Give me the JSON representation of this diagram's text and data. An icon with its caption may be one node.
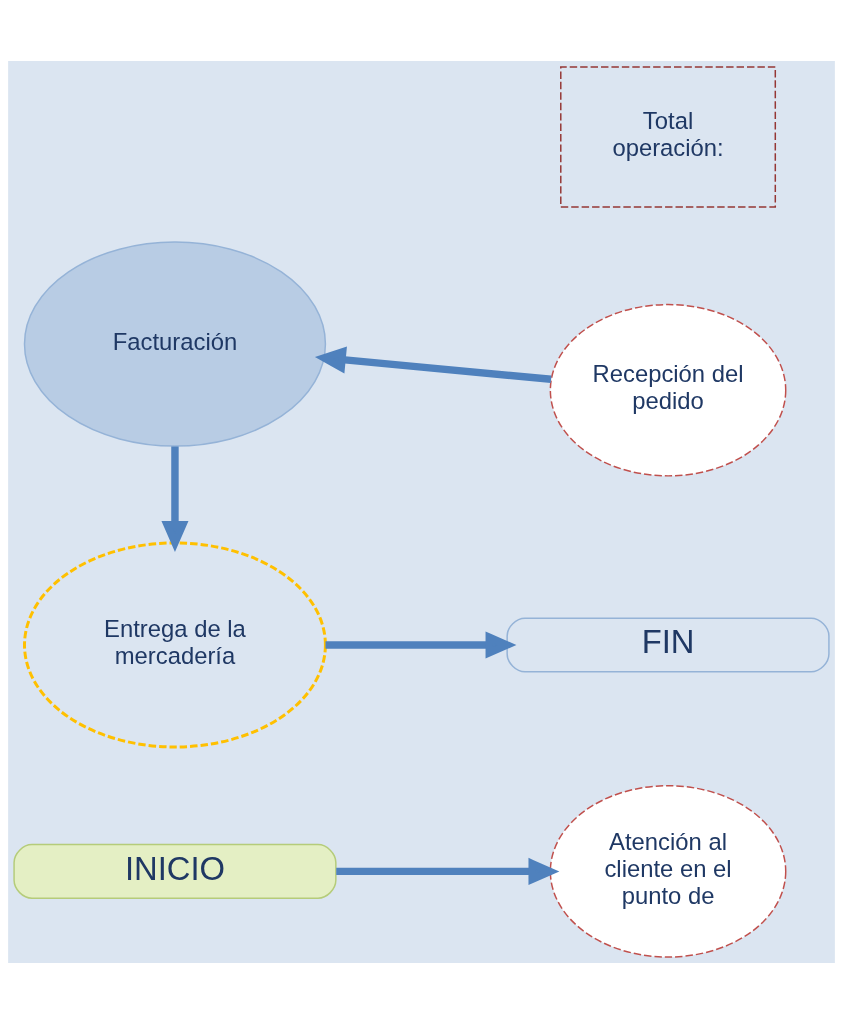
{
  "diagram": {
    "nodes": [
      {
        "text": [
          "INICIO"
        ]
      },
      {
        "text": [
          "Atención al cliente en el punto de"
        ]
      },
      {
        "text": [
          "Recepción del pedido"
        ]
      },
      {
        "text": [
          "Facturación"
        ]
      },
      {
        "text": [
          "Entrega de la mercadería"
        ]
      },
      {
        "text": [
          "FIN"
        ]
      },
      {
        "text": [
          "Total operación:"
        ]
      }
    ],
    "edges": [
      {
        "from": 0,
        "to": 1,
        "arrow": "to"
      },
      {
        "from": 2,
        "to": 3,
        "arrow": "to"
      },
      {
        "from": 3,
        "to": 4,
        "arrow": "to"
      },
      {
        "from": 4,
        "to": 5,
        "arrow": "to"
      }
    ]
  }
}
